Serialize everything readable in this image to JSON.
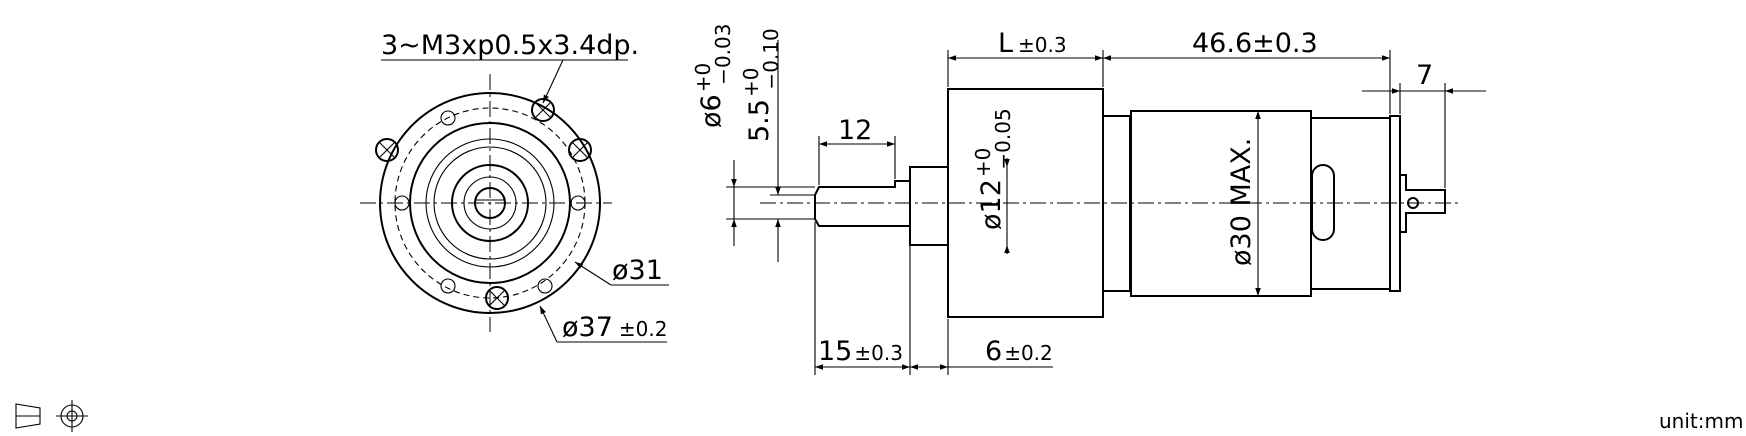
{
  "front_view": {
    "hole_callout": "3~M3xp0.5x3.4dp.",
    "pcd_label": "ø31",
    "outer_diameter": "ø37",
    "outer_diameter_tol": "±0.2"
  },
  "side_view": {
    "gearbox_length": "L",
    "gearbox_length_tol": "±0.3",
    "motor_length": "46.6±0.3",
    "terminal_length": "7",
    "shaft_flat_length": "12",
    "shaft_diameter": "ø6",
    "shaft_diameter_tol_upper": "+0",
    "shaft_diameter_tol_lower": "−0.03",
    "flat_height": "5.5",
    "flat_height_tol_upper": "+0",
    "flat_height_tol_lower": "−0.10",
    "boss_diameter": "ø12",
    "boss_diameter_tol_upper": "+0",
    "boss_diameter_tol_lower": "−0.05",
    "motor_diameter": "ø30  MAX.",
    "shaft_length": "15",
    "shaft_length_tol": "±0.3",
    "boss_length": "6",
    "boss_length_tol": "±0.2"
  },
  "footer": {
    "unit": "unit:mm"
  },
  "icons": [
    "projection-symbol-icon"
  ]
}
